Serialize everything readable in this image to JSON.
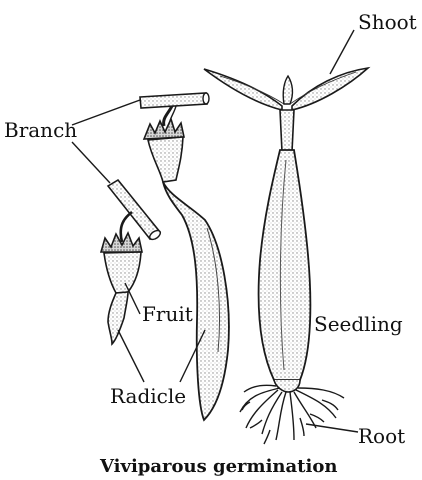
{
  "labels": {
    "shoot": "Shoot",
    "branch": "Branch",
    "fruit": "Fruit",
    "seedling": "Seedling",
    "radicle": "Radicle",
    "root": "Root"
  },
  "caption": "Viviparous germination",
  "colors": {
    "ink": "#1a1a1a",
    "shade": "#9a9a9a",
    "paper": "#ffffff"
  }
}
